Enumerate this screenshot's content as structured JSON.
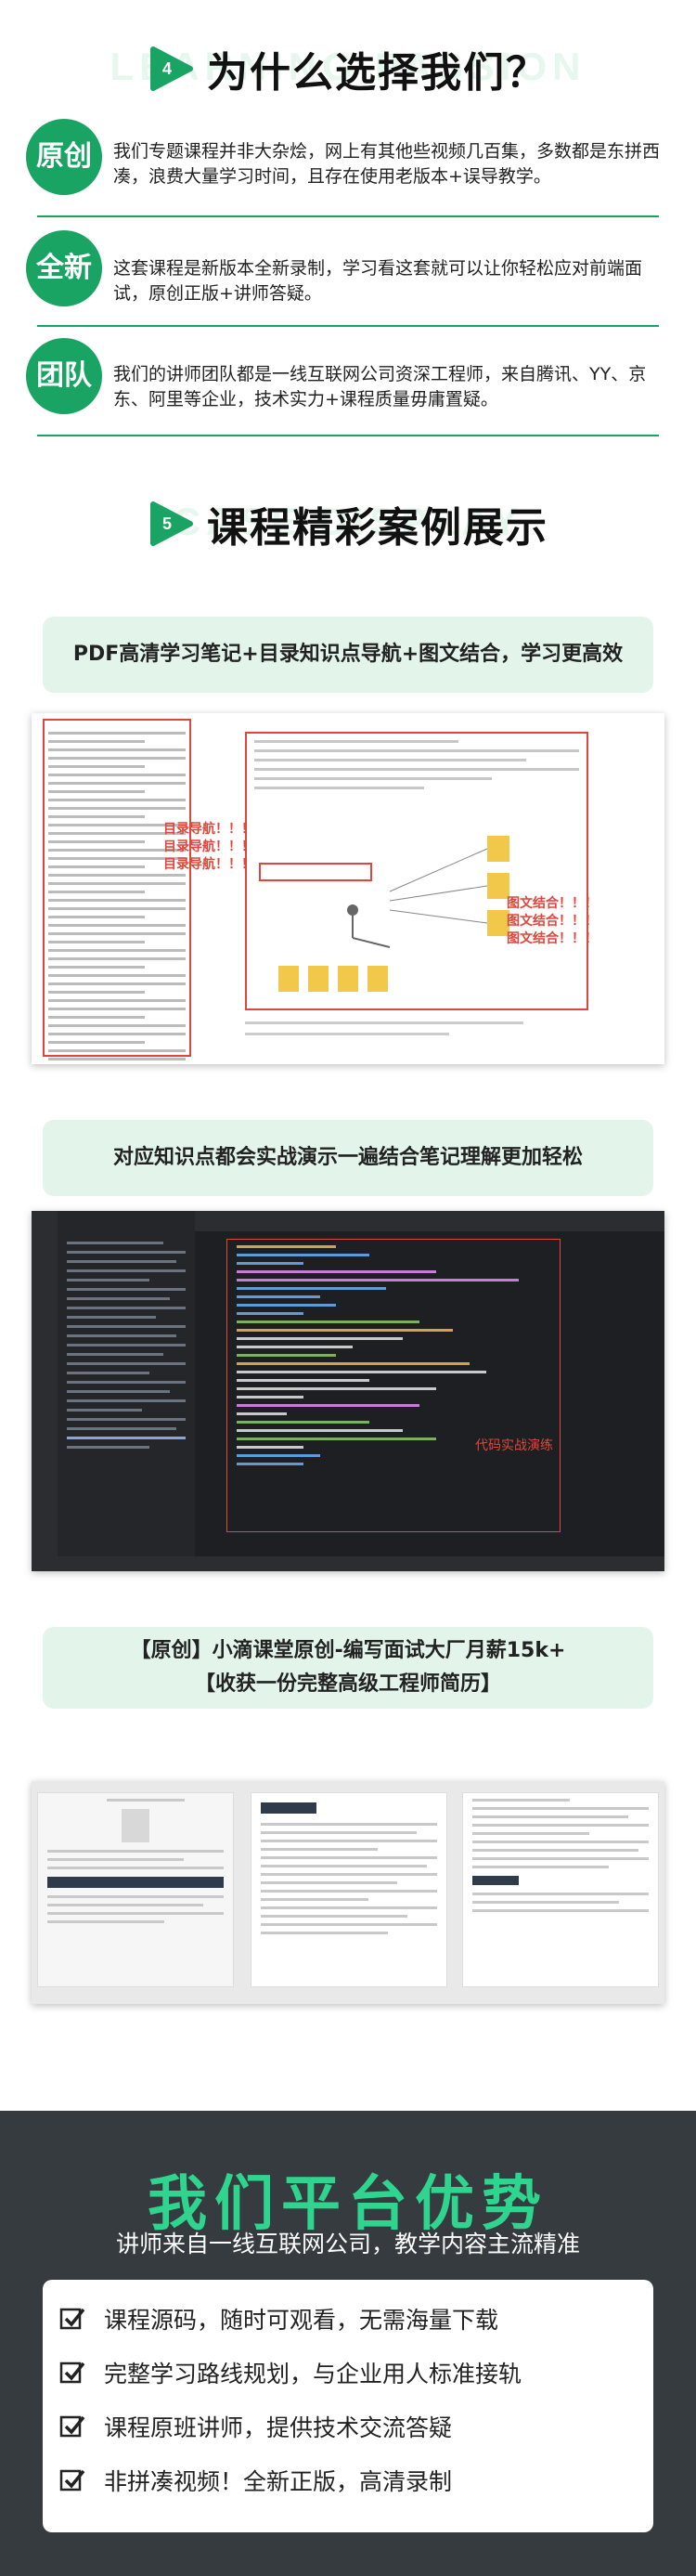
{
  "why": {
    "badge": "4",
    "ghost": "LEARNING PASSION",
    "title": "为什么选择我们？",
    "items": [
      {
        "tag": "原创",
        "text": "我们专题课程并非大杂烩，网上有其他些视频几百集，多数都是东拼西凑，浪费大量学习时间，且存在使用老版本+误导教学。"
      },
      {
        "tag": "全新",
        "text": "这套课程是新版本全新录制，学习看这套就可以让你轻松应对前端面试，原创正版+讲师答疑。"
      },
      {
        "tag": "团队",
        "text": "我们的讲师团队都是一线互联网公司资深工程师，来自腾讯、YY、京东、阿里等企业，技术实力+课程质量毋庸置疑。"
      }
    ]
  },
  "cases": {
    "badge": "5",
    "ghost": "CASE DISPLAY",
    "title": "课程精彩案例展示",
    "pill1": "PDF高清学习笔记+目录知识点导航+图文结合，学习更高效",
    "pill2": "对应知识点都会实战演示一遍结合笔记理解更加轻松",
    "pill3_line1": "【原创】小滴课堂原创-编写面试大厂月薪15k+",
    "pill3_line2": "【收获一份完整高级工程师简历】",
    "shot1_note_left": "目录导航！！！\n目录导航！！！\n目录导航！！！",
    "shot1_note_right": "图文结合！！！\n图文结合！！！\n图文结合！！！",
    "shot2_note": "代码实战演练"
  },
  "platform": {
    "title": "我们平台优势",
    "subtitle": "讲师来自一线互联网公司，教学内容主流精准",
    "perks": [
      "课程源码，随时可观看，无需海量下载",
      "完整学习路线规划，与企业用人标准接轨",
      "课程原班讲师，提供技术交流答疑",
      "非拼凑视频！全新正版，高清录制"
    ]
  },
  "colors": {
    "accent_green": "#19a463",
    "pill_bg": "#e3f5ea",
    "highlight_red": "#e0463b",
    "dark_bg": "#363b40",
    "title_green": "#2fd58e"
  }
}
